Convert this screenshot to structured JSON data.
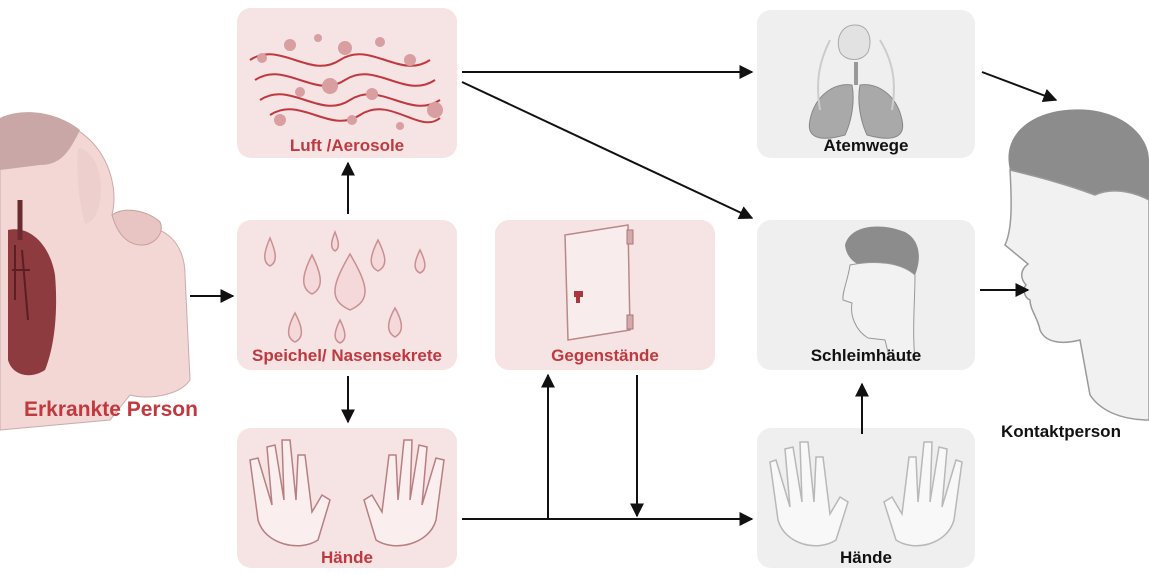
{
  "colors": {
    "accent_red": "#c0393f",
    "box_red": "#f6e3e4",
    "box_grey": "#efefef",
    "arrow": "#111111"
  },
  "labels": {
    "infected_person": "Erkrankte Person",
    "air_aerosols": "Luft /Aerosole",
    "saliva_nasal": "Speichel/ Nasensekrete",
    "hands_source": "Hände",
    "objects": "Gegenstände",
    "airways": "Atemwege",
    "mucous_membranes": "Schleimhäute",
    "hands_target": "Hände",
    "contact_person": "Kontaktperson"
  }
}
